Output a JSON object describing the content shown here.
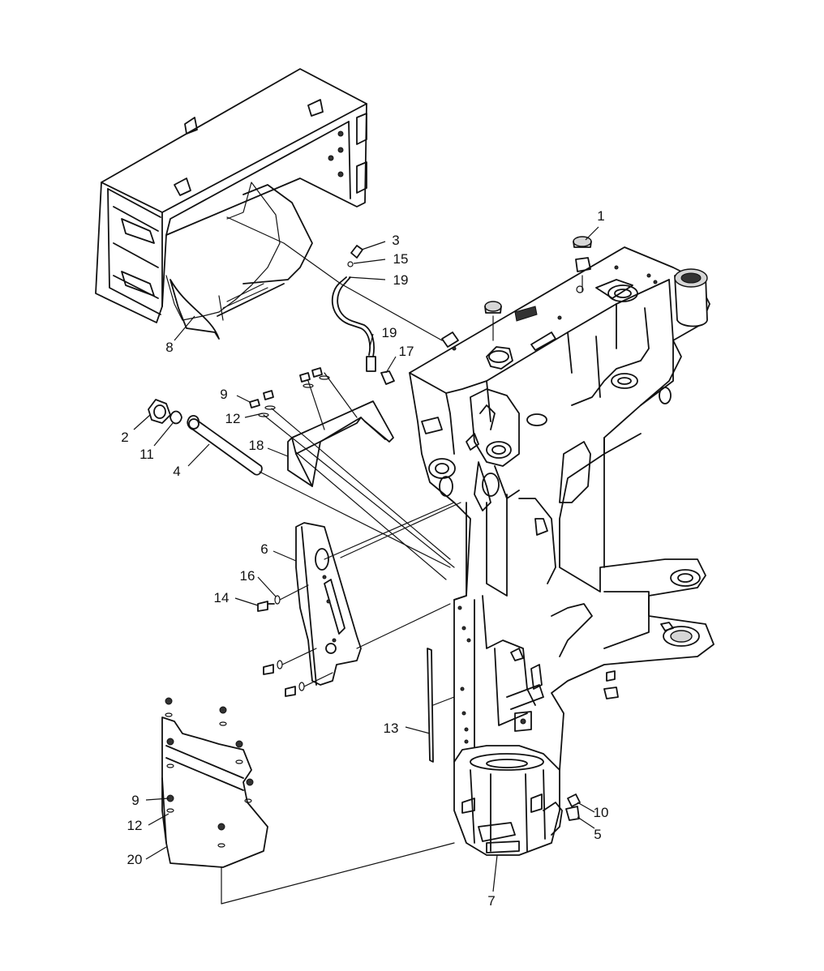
{
  "callouts": [
    {
      "id": "c1",
      "label": "1"
    },
    {
      "id": "c3",
      "label": "3"
    },
    {
      "id": "c15",
      "label": "15"
    },
    {
      "id": "c19a",
      "label": "19"
    },
    {
      "id": "c19b",
      "label": "19"
    },
    {
      "id": "c17",
      "label": "17"
    },
    {
      "id": "c8",
      "label": "8"
    },
    {
      "id": "c9a",
      "label": "9"
    },
    {
      "id": "c12a",
      "label": "12"
    },
    {
      "id": "c2",
      "label": "2"
    },
    {
      "id": "c11",
      "label": "11"
    },
    {
      "id": "c18",
      "label": "18"
    },
    {
      "id": "c4",
      "label": "4"
    },
    {
      "id": "c6",
      "label": "6"
    },
    {
      "id": "c16",
      "label": "16"
    },
    {
      "id": "c14",
      "label": "14"
    },
    {
      "id": "c13",
      "label": "13"
    },
    {
      "id": "c9b",
      "label": "9"
    },
    {
      "id": "c12b",
      "label": "12"
    },
    {
      "id": "c20",
      "label": "20"
    },
    {
      "id": "c10",
      "label": "10"
    },
    {
      "id": "c5",
      "label": "5"
    },
    {
      "id": "c7",
      "label": "7"
    }
  ]
}
